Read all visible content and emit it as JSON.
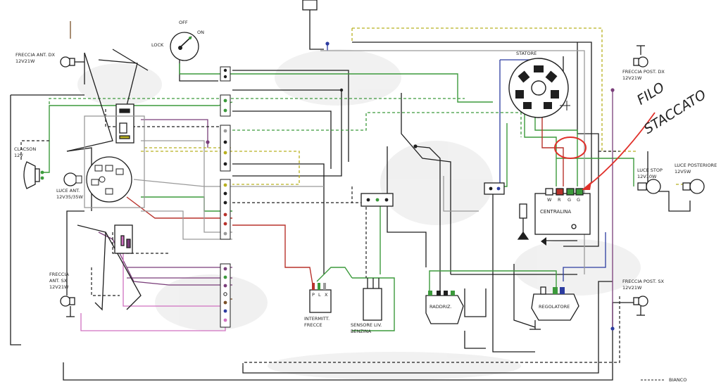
{
  "components": {
    "lock": "LOCK",
    "switch_off": "OFF",
    "switch_on": "ON",
    "front_right_indicator": [
      "FRECCIA ANT. DX",
      "12V21W"
    ],
    "horn": [
      "CLACSON",
      "12V"
    ],
    "headlight": [
      "LUCE ANT.",
      "12V35/35W"
    ],
    "front_left_indicator": [
      "FRECCIA",
      "ANT. SX",
      "12V21W"
    ],
    "flasher": [
      "INTERMITT.",
      "FRECCE"
    ],
    "flasher_pins": [
      "P",
      "L",
      "X"
    ],
    "fuel_sensor": [
      "SENSORE LIV.",
      "BENZINA"
    ],
    "rectifier": "RADDRIZ.",
    "regulator": "REGOLATORE",
    "stator": "STATORE",
    "control_unit": "CENTRALINA",
    "control_unit_pins": [
      "W",
      "R",
      "G",
      "G"
    ],
    "rear_right_indicator": [
      "FRECCIA POST. DX",
      "12V21W"
    ],
    "stop_light": [
      "LUCE STOP",
      "12V10W"
    ],
    "tail_light": [
      "LUCE POSTERIORE",
      "12V5W"
    ],
    "rear_left_indicator": [
      "FRECCIA POST. SX",
      "12V21W"
    ]
  },
  "legend": {
    "white_wire": "BIANCO"
  },
  "annotation": {
    "line1": "FILO",
    "line2": "STACCATO"
  },
  "colors": {
    "black": "#1e1e1e",
    "green": "#3c9a3c",
    "red": "#b8322c",
    "purple": "#7a3e7a",
    "pink": "#d070c0",
    "blue": "#2c3ca0",
    "brown": "#7a5028",
    "grey": "#9a9a9a",
    "yellow_dash": "#b8b020",
    "annotation": "#e0302a"
  }
}
